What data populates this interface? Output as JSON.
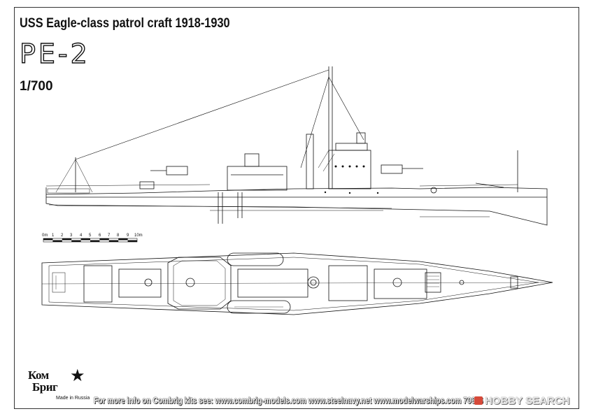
{
  "sheet": {
    "title": "USS Eagle-class patrol craft 1918-1930",
    "model_code": "PE-2",
    "scale": "1/700"
  },
  "ruler": {
    "labels": [
      "0m",
      "1",
      "2",
      "3",
      "4",
      "5",
      "6",
      "7",
      "8",
      "9",
      "10m"
    ]
  },
  "logo": {
    "line1": "Ком",
    "line2": "Бриг",
    "made_in": "Made in Russia"
  },
  "footer": {
    "text": "For more info on Combrig kits see: www.combrig-models.com www.steelnavy.net  www.modelwarships.com  70666"
  },
  "watermark": {
    "text": "HOBBY SEARCH"
  },
  "colors": {
    "line": "#111111",
    "paper": "#ffffff",
    "watermark_red": "#d64a3a"
  }
}
